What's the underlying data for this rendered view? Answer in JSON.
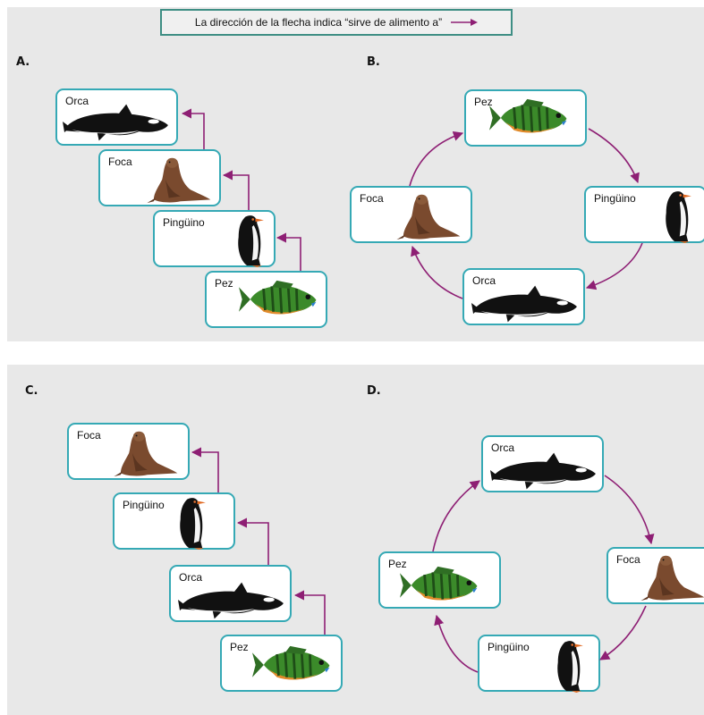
{
  "legend": {
    "text": "La dirección de la flecha indica “sirve de alimento a”"
  },
  "options": {
    "A": {
      "letter": "A.",
      "chain": [
        "Orca",
        "Foca",
        "Pingüino",
        "Pez"
      ]
    },
    "B": {
      "letter": "B.",
      "cycle": [
        "Pez",
        "Pingüino",
        "Orca",
        "Foca"
      ]
    },
    "C": {
      "letter": "C.",
      "chain": [
        "Foca",
        "Pingüino",
        "Orca",
        "Pez"
      ]
    },
    "D": {
      "letter": "D.",
      "cycle": [
        "Orca",
        "Foca",
        "Pingüino",
        "Pez"
      ]
    }
  },
  "colors": {
    "arrow": "#8e1f74",
    "card_border": "#35a9b5",
    "legend_border": "#3e8e84",
    "panel_bg": "#e8e8e8"
  },
  "icons": [
    "orca-icon",
    "seal-icon",
    "penguin-icon",
    "fish-icon",
    "arrow-icon"
  ]
}
